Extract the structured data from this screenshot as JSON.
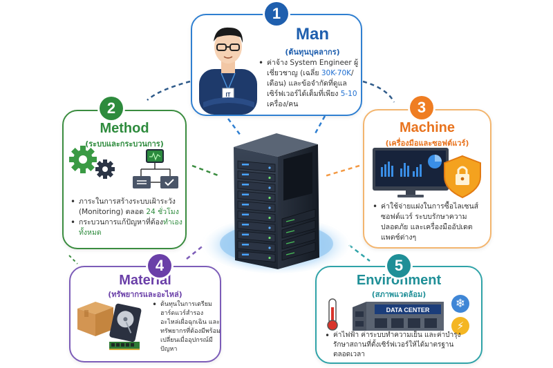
{
  "center": {
    "icon": "server-rack-icon"
  },
  "sections": {
    "man": {
      "number": "1",
      "title": "Man",
      "subtitle": "(ต้นทุนบุคลากร)",
      "color": "#1f5fae",
      "illustration": "it-engineer-icon",
      "badge_text": "IT",
      "bullets": [
        {
          "parts": [
            {
              "text": "ค่าจ้าง System Engineer ผู้เชี่ยวชาญ (เฉลี่ย ",
              "hl": false
            },
            {
              "text": "30K-70K",
              "hl": true
            },
            {
              "text": "/เดือน) และข้อจำกัดที่ดูแลเซิร์ฟเวอร์ได้เต็มที่เพียง ",
              "hl": false
            },
            {
              "text": "5-10",
              "hl": true
            },
            {
              "text": " เครื่อง/คน",
              "hl": false
            }
          ]
        }
      ]
    },
    "method": {
      "number": "2",
      "title": "Method",
      "subtitle": "(ระบบและกระบวนการ)",
      "color": "#2e8b3d",
      "illustration": "gears-workflow-icon",
      "bullets": [
        {
          "parts": [
            {
              "text": "ภาระในการสร้างระบบเฝ้าระวัง (Monitoring) ตลอด ",
              "hl": false
            },
            {
              "text": "24 ชั่วโมง",
              "hl": true
            }
          ]
        },
        {
          "parts": [
            {
              "text": "กระบวนการแก้ปัญหาที่ต้อง",
              "hl": false
            },
            {
              "text": "ทำเองทั้งหมด",
              "hl": true
            }
          ]
        }
      ]
    },
    "machine": {
      "number": "3",
      "title": "Machine",
      "subtitle": "(เครื่องมือและซอฟต์แวร์)",
      "color": "#e8731e",
      "illustration": "monitor-dashboard-shield-lock-icon",
      "bullets": [
        {
          "parts": [
            {
              "text": "ค่าใช้จ่ายแฝงในการซื้อไลเซนส์ซอฟต์แวร์ ระบบรักษาความปลอดภัย และเครื่องมืออัปเดตแพตช์ต่างๆ",
              "hl": false
            }
          ]
        }
      ]
    },
    "material": {
      "number": "4",
      "title": "Material",
      "subtitle": "(ทรัพยากรและอะไหล่)",
      "color": "#6a3fa8",
      "illustration": "box-harddisk-ram-icon",
      "bullets": [
        {
          "parts": [
            {
              "text": "ต้นทุนในการเตรียมฮาร์ดแวร์สำรอง อะไหล่เผื่อฉุกเฉิน และทรัพยากรที่ต้องมีพร้อมเปลี่ยนเมื่ออุปกรณ์มีปัญหา",
              "hl": false
            }
          ]
        }
      ]
    },
    "environment": {
      "number": "5",
      "title": "Environment",
      "subtitle": "(สภาพแวดล้อม)",
      "color": "#1f8f97",
      "illustration": "thermometer-datacenter-icon",
      "building_label": "DATA CENTER",
      "side_icons": [
        "snowflake-icon",
        "lightning-icon"
      ],
      "bullets": [
        {
          "parts": [
            {
              "text": "ค่าไฟฟ้า ค่าระบบทำความเย็น และค่าบำรุงรักษาสถานที่ตั้งเซิร์ฟเวอร์ให้ได้มาตรฐาน ตลอดเวลา",
              "hl": false
            }
          ]
        }
      ]
    }
  }
}
